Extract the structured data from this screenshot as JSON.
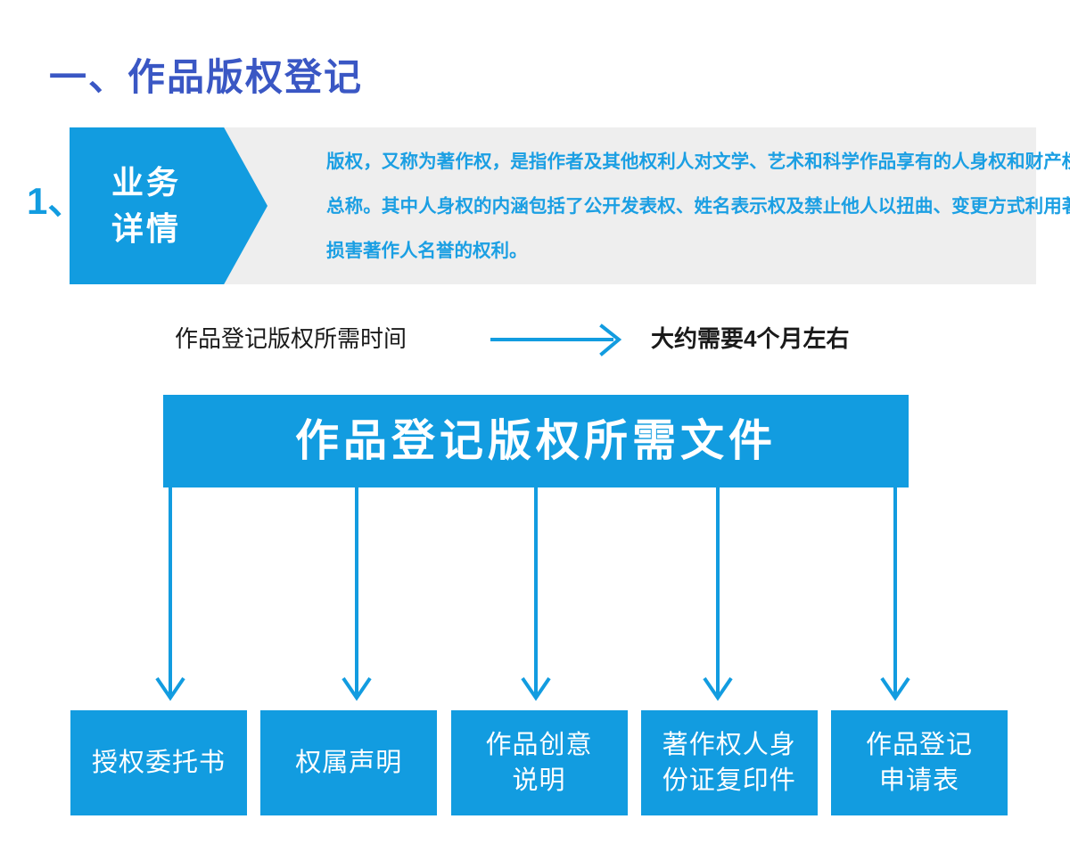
{
  "page": {
    "title": "一、作品版权登记",
    "accent_blue": "#129ce0",
    "title_blue": "#3a57c4",
    "panel_gray": "#eeeeee",
    "background": "#ffffff"
  },
  "section_one": {
    "number": "1、",
    "tag_line1": "业务",
    "tag_line2": "详情",
    "body": "版权，又称为著作权，是指作者及其他权利人对文学、艺术和科学作品享有的人身权和财产权的总称。其中人身权的内涵包括了公开发表权、姓名表示权及禁止他人以扭曲、变更方式利用著作损害著作人名誉的权利。"
  },
  "time_row": {
    "label": "作品登记版权所需时间",
    "arrow_icon": "arrow-right-icon",
    "value": "大约需要4个月左右"
  },
  "documents": {
    "header_title": "作品登记版权所需文件",
    "arrow_icon": "arrow-down-icon",
    "items": [
      {
        "label": "授权委托书"
      },
      {
        "label": "权属声明"
      },
      {
        "label": "作品创意\n说明"
      },
      {
        "label": "著作权人身\n份证复印件"
      },
      {
        "label": "作品登记\n申请表"
      }
    ]
  }
}
